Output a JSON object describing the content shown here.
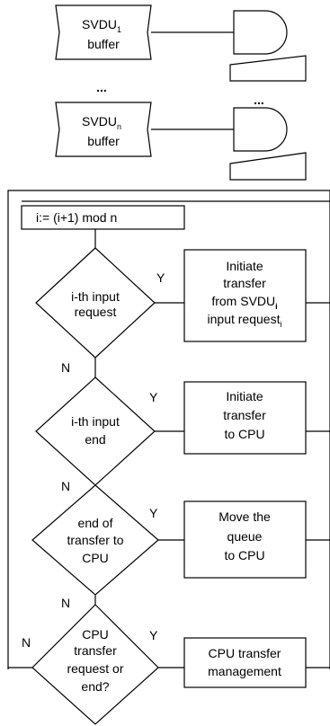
{
  "buffers": [
    {
      "label": "SVDU",
      "sub": "1",
      "line2": "buffer"
    },
    {
      "label": "SVDU",
      "sub": "n",
      "line2": "buffer"
    }
  ],
  "ellipsis": "...",
  "loop_box": "i:= (i+1) mod n",
  "decisions": [
    {
      "lines": [
        "i-th input",
        "request"
      ],
      "yes": "Y",
      "no": "N"
    },
    {
      "lines": [
        "i-th input",
        "end"
      ],
      "yes": "Y",
      "no": "N"
    },
    {
      "lines": [
        "end of",
        "transfer to",
        "CPU"
      ],
      "yes": "Y",
      "no": "N"
    },
    {
      "lines": [
        "CPU",
        "transfer",
        "request or",
        "end?"
      ],
      "yes": "Y",
      "no": "N"
    }
  ],
  "actions": [
    {
      "lines": [
        "Initiate",
        "transfer",
        "from SVDU",
        "input request"
      ],
      "subs": [
        "",
        "",
        "i",
        "i"
      ]
    },
    {
      "lines": [
        "Initiate",
        "transfer",
        "to CPU"
      ],
      "subs": [
        "",
        "",
        ""
      ]
    },
    {
      "lines": [
        "Move the",
        "queue",
        "to CPU"
      ],
      "subs": [
        "",
        "",
        ""
      ]
    },
    {
      "lines": [
        "CPU transfer",
        "management"
      ],
      "subs": [
        "",
        ""
      ]
    }
  ]
}
